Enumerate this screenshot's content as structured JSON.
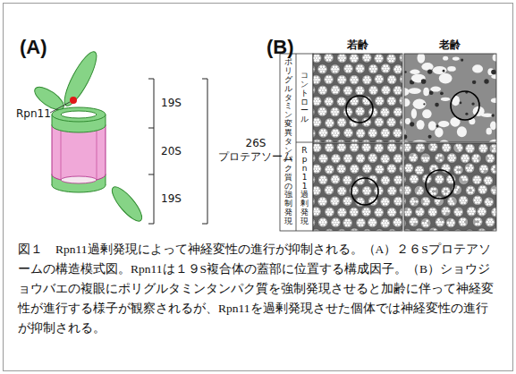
{
  "diagram": {
    "caption": "図１　Rpn11過剰発現によって神経変性の進行が抑制される。（A）２６Sプロテアソームの構造模式図。Rpn11は１９S複合体の蓋部に位置する構成因子。（B）ショウジョウバエの複眼にポリグルタミンタンパク質を強制発現させると加齢に伴って神経変性が進行する様子が観察されるが、Rpn11を過剰発現させた個体では神経変性の進行が抑制される。",
    "labels": [
      "(A)",
      "Rpn11",
      "19S",
      "20S",
      "19S",
      "26S プロテアソーム",
      "(B)",
      "若齢",
      "老齢",
      "ポリグルタミン変異タンパク質の強制発現",
      "コントロール",
      "Rpn11過剰発現"
    ]
  }
}
